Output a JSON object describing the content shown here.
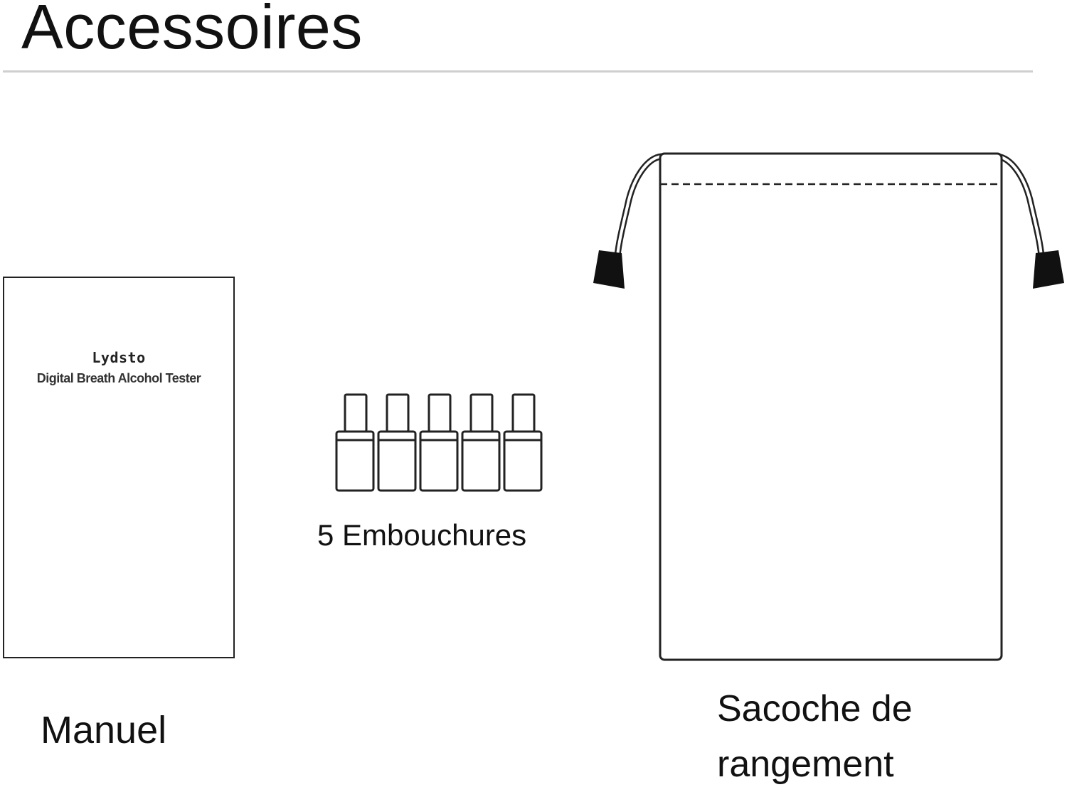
{
  "title": "Accessoires",
  "items": {
    "manual": {
      "label": "Manuel",
      "cover_brand": "Lydsto",
      "cover_subtitle": "Digital Breath Alcohol Tester"
    },
    "mouthpieces": {
      "label": "5 Embouchures",
      "count": 5
    },
    "pouch": {
      "label_line1": "Sacoche de",
      "label_line2": "rangement"
    }
  }
}
